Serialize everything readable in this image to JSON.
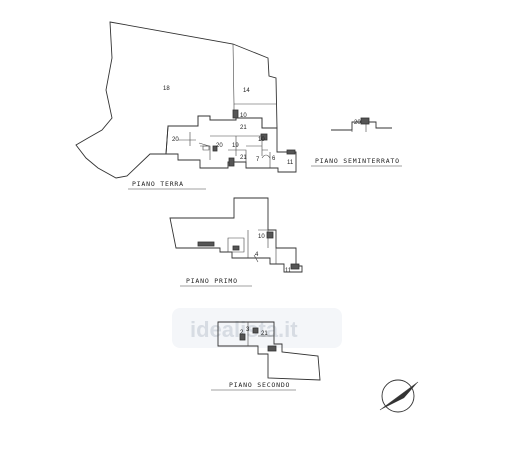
{
  "floors": {
    "terra": "PIANO   TERRA",
    "seminterrato": "PIANO  SEMINTERRATO",
    "primo": "PIANO   PRIMO",
    "secondo": "PIANO   SECONDO"
  },
  "room_numbers": {
    "r18": "18",
    "r14": "14",
    "r10a": "10",
    "r21a": "21",
    "r20a": "20",
    "r20b": "20",
    "r19": "19",
    "r10b": "10",
    "r21b": "21",
    "r7": "7",
    "r6": "6",
    "r11a": "11",
    "r20c": "20",
    "r10c": "10",
    "r4": "4",
    "r11b": "11",
    "r2": "2",
    "r3": "3",
    "r21c": "21"
  },
  "watermark": "idealista.it",
  "colors": {
    "lines": "#333333",
    "watermark": "#d7dce3",
    "background": "#ffffff"
  }
}
